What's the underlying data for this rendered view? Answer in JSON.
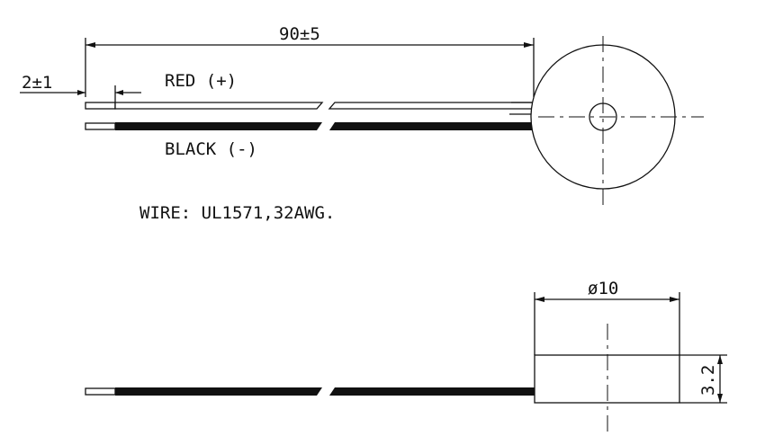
{
  "labels": {
    "overall_length": "90±5",
    "strip_length": "2±1",
    "red_wire": "RED (+)",
    "black_wire": "BLACK (-)",
    "wire_spec": "WIRE: UL1571,32AWG.",
    "diameter": "ø10",
    "height": "3.2"
  },
  "colors": {
    "line": "#111111",
    "wire_black": "#111111",
    "background": "#ffffff"
  }
}
